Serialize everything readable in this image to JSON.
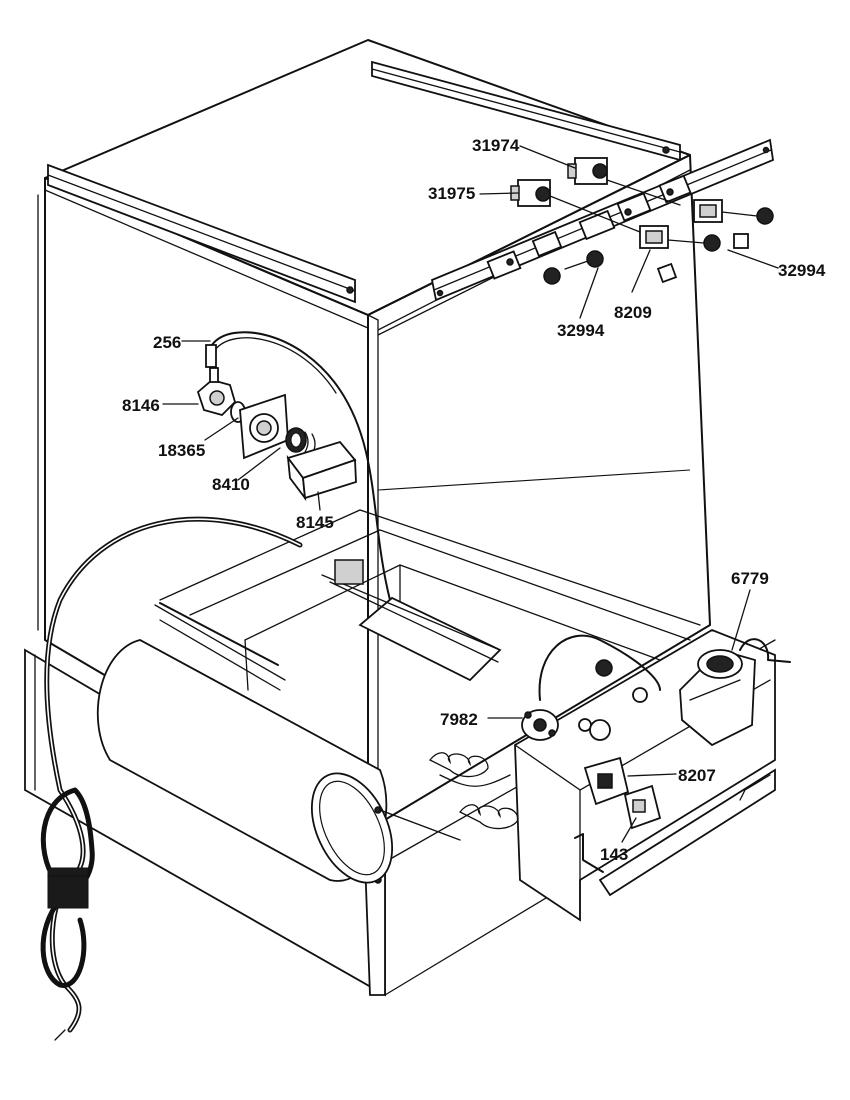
{
  "callouts": [
    {
      "id": "31974",
      "label": "31974"
    },
    {
      "id": "31975",
      "label": "31975"
    },
    {
      "id": "32994a",
      "label": "32994"
    },
    {
      "id": "32994b",
      "label": "32994"
    },
    {
      "id": "8209",
      "label": "8209"
    },
    {
      "id": "256",
      "label": "256"
    },
    {
      "id": "8146",
      "label": "8146"
    },
    {
      "id": "18365",
      "label": "18365"
    },
    {
      "id": "8410",
      "label": "8410"
    },
    {
      "id": "8145",
      "label": "8145"
    },
    {
      "id": "6779",
      "label": "6779"
    },
    {
      "id": "7982",
      "label": "7982"
    },
    {
      "id": "8207",
      "label": "8207"
    },
    {
      "id": "143",
      "label": "143"
    }
  ]
}
